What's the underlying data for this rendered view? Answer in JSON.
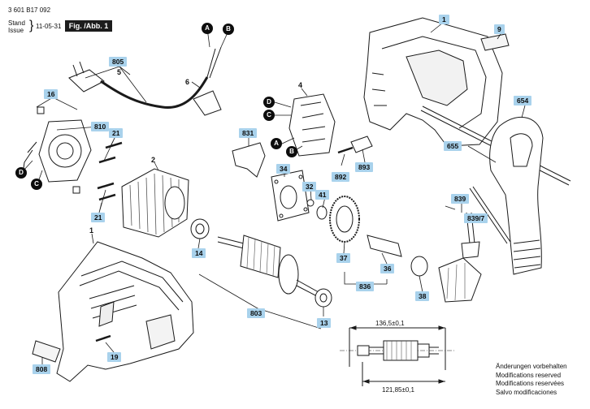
{
  "header": {
    "doc_number": "3 601 B17 092",
    "stand_label": "Stand",
    "issue_label": "Issue",
    "date": "11-05-31",
    "figure_label": "Fig. /Abb. 1"
  },
  "dimensions": {
    "top": "136,5±0,1",
    "bottom": "121,85±0,1"
  },
  "notes": [
    "Änderungen vorbehalten",
    "Modifications reserved",
    "Modifications reservées",
    "Salvo modificaciones"
  ],
  "callouts": {
    "c1_top": "1",
    "c9": "9",
    "c654": "654",
    "c655": "655",
    "c805": "805",
    "c5": "5",
    "c6": "6",
    "c4": "4",
    "c16": "16",
    "c810": "810",
    "c21a": "21",
    "c21b": "21",
    "c2": "2",
    "c831": "831",
    "c34": "34",
    "c32": "32",
    "c41": "41",
    "c892": "892",
    "c893": "893",
    "c839": "839",
    "c839_7": "839/7",
    "c1_bottom": "1",
    "c14": "14",
    "c37": "37",
    "c36": "36",
    "c836": "836",
    "c38": "38",
    "c803": "803",
    "c13": "13",
    "c19": "19",
    "c808": "808"
  },
  "connectors": {
    "a_top": "A",
    "b_top": "B",
    "d_mid": "D",
    "c_mid": "C",
    "a_mid": "A",
    "b_mid": "B",
    "d_left": "D",
    "c_left": "C"
  }
}
